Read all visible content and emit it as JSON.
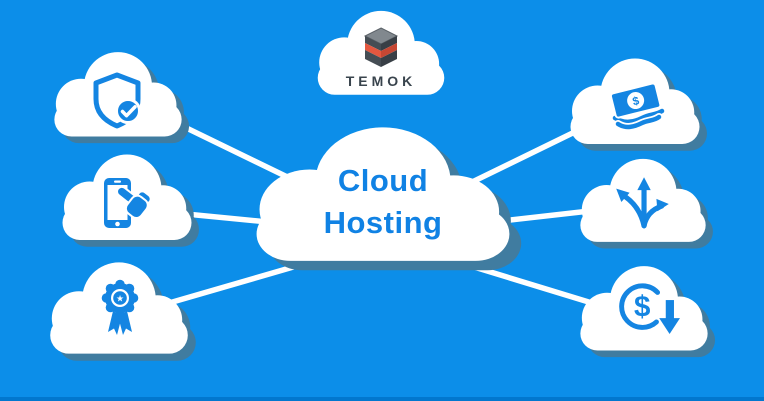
{
  "colors": {
    "background": "#0C8EE9",
    "accent_blue": "#1485E2",
    "title_blue": "#1082E4",
    "cloud_white": "#FFFFFF",
    "cloud_shadow": "#407CA0",
    "bottom_strip": "#0277CE",
    "logo_text": "#39444D",
    "logo_cube_dark": "#454D54",
    "logo_cube_red": "#E4573F"
  },
  "logo": {
    "brand": "TEMOK",
    "icon": "layered-cube-icon"
  },
  "hub": {
    "title_line1": "Cloud",
    "title_line2": "Hosting"
  },
  "symbols": {
    "dollar": "$",
    "star": "★"
  },
  "spokes": [
    {
      "position": "top-left",
      "icon": "shield-check-icon"
    },
    {
      "position": "middle-left",
      "icon": "phone-touch-icon"
    },
    {
      "position": "bottom-left",
      "icon": "award-ribbon-icon"
    },
    {
      "position": "top-right",
      "icon": "money-bill-icon"
    },
    {
      "position": "middle-right",
      "icon": "three-way-arrows-icon"
    },
    {
      "position": "bottom-right",
      "icon": "dollar-down-arrow-icon"
    }
  ]
}
